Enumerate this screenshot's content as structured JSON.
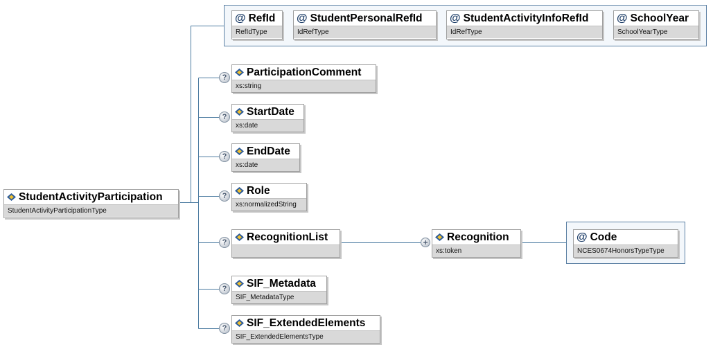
{
  "root": {
    "name": "StudentActivityParticipation",
    "type": "StudentActivityParticipationType"
  },
  "attributes": [
    {
      "name": "RefId",
      "type": "RefIdType"
    },
    {
      "name": "StudentPersonalRefId",
      "type": "IdRefType"
    },
    {
      "name": "StudentActivityInfoRefId",
      "type": "IdRefType"
    },
    {
      "name": "SchoolYear",
      "type": "SchoolYearType"
    }
  ],
  "elements": [
    {
      "name": "ParticipationComment",
      "type": "xs:string",
      "optional": "?"
    },
    {
      "name": "StartDate",
      "type": "xs:date",
      "optional": "?"
    },
    {
      "name": "EndDate",
      "type": "xs:date",
      "optional": "?"
    },
    {
      "name": "Role",
      "type": "xs:normalizedString",
      "optional": "?"
    },
    {
      "name": "RecognitionList",
      "type": "",
      "optional": "?"
    },
    {
      "name": "SIF_Metadata",
      "type": "SIF_MetadataType",
      "optional": "?"
    },
    {
      "name": "SIF_ExtendedElements",
      "type": "SIF_ExtendedElementsType",
      "optional": "?"
    }
  ],
  "recognition": {
    "name": "Recognition",
    "type": "xs:token",
    "expand": "+"
  },
  "code_attribute": {
    "name": "Code",
    "type": "NCES0674HonorsTypeType"
  },
  "symbols": {
    "attribute_marker": "@"
  },
  "colors": {
    "connector": "#4a7aa0",
    "attribute_border": "#5a7fa3",
    "type_bar": "#d9d9d9"
  }
}
